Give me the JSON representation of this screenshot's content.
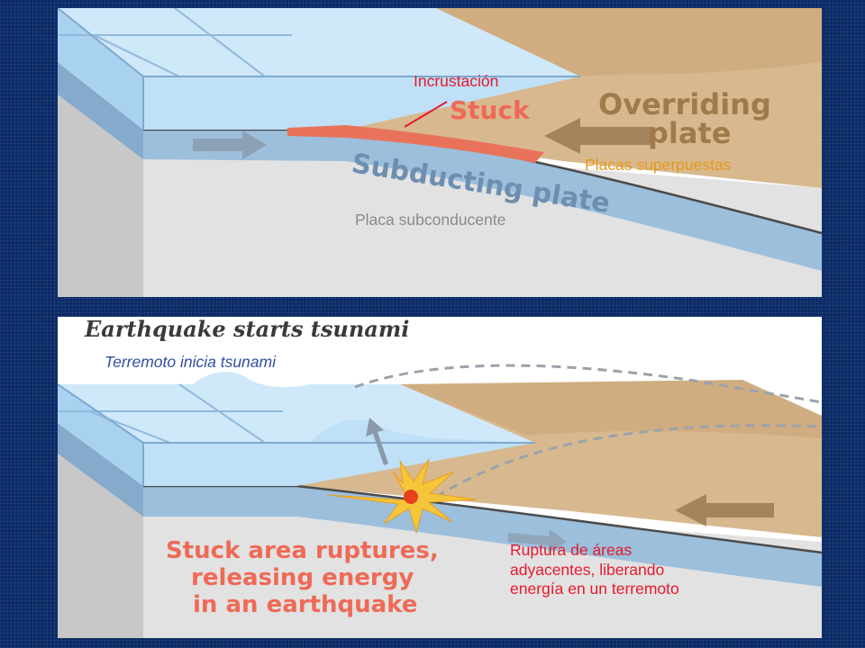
{
  "colors": {
    "background": "#0a2a66",
    "ocean": "#bfe0f7",
    "ocean_top": "#cfe8fa",
    "subducting_plate": "#9cbfdc",
    "overriding_plate": "#d8b98f",
    "mantle": "#dcdcdc",
    "stuck_zone": "#e8735a",
    "label_red": "#e8192c",
    "label_orange": "#e49a1c",
    "label_gray": "#8a8a8a",
    "label_blue": "#2f4fa0",
    "caption_salmon": "#ef6a56"
  },
  "top_panel": {
    "printed_labels": {
      "stuck": "Stuck",
      "overriding": "Overriding",
      "plate": "plate",
      "subducting_plate": "Subducting plate"
    },
    "spanish_labels": {
      "incrustacion": "Incrustación",
      "placas_superpuestas": "Placas superpuestas",
      "placa_subconducente": "Placa subconducente"
    }
  },
  "bottom_panel": {
    "title": "Earthquake starts tsunami",
    "caption_lines": [
      "Stuck area ruptures,",
      "releasing energy",
      "in an earthquake"
    ],
    "spanish_labels": {
      "terremoto": "Terremoto inicia tsunami",
      "ruptura_lines": [
        "Ruptura de áreas",
        "adyacentes, liberando",
        "energía en un terremoto"
      ]
    }
  }
}
